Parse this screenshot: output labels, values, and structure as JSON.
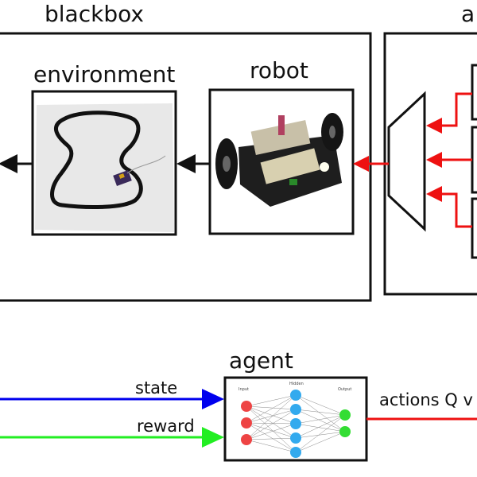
{
  "blackbox": {
    "title": "blackbox",
    "environment_label": "environment",
    "robot_label": "robot"
  },
  "actions_box": {
    "title_partial": "a"
  },
  "agent": {
    "title": "agent",
    "input_label": "Input",
    "hidden_label": "Hidden",
    "output_label": "Output"
  },
  "signals": {
    "state_label": "state",
    "reward_label": "reward",
    "actions_label": "actions Q v"
  },
  "colors": {
    "state": "#0000ee",
    "reward": "#22ee22",
    "actions": "#ee1111",
    "input_nodes": "#ee4444",
    "hidden_nodes": "#33aaee",
    "output_nodes": "#33dd33"
  }
}
